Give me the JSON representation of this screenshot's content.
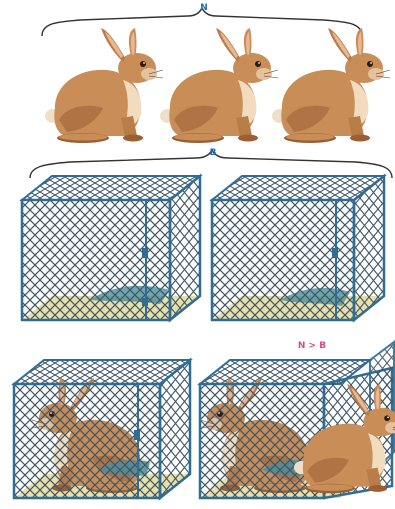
{
  "labels": {
    "top_brace": "N",
    "middle_brace": "B",
    "bottom_right": "N > B"
  },
  "colors": {
    "rabbit_fur": "#c98d57",
    "rabbit_shadow": "#9a5f34",
    "rabbit_belly": "#f2dcc0",
    "cage_frame": "#2f6d95",
    "cage_mesh": "#3e5566",
    "cage_floor": "#e8e0a8",
    "label_blue": "#1f6fb8",
    "label_pink": "#d64a86"
  },
  "scene": {
    "top_row": {
      "rabbit_count": 3
    },
    "middle_row": {
      "cage_count": 2,
      "rabbits_inside": 0
    },
    "bottom_row": {
      "cage_count": 2,
      "rabbits_inside": 2,
      "rabbits_outside": 1
    }
  }
}
